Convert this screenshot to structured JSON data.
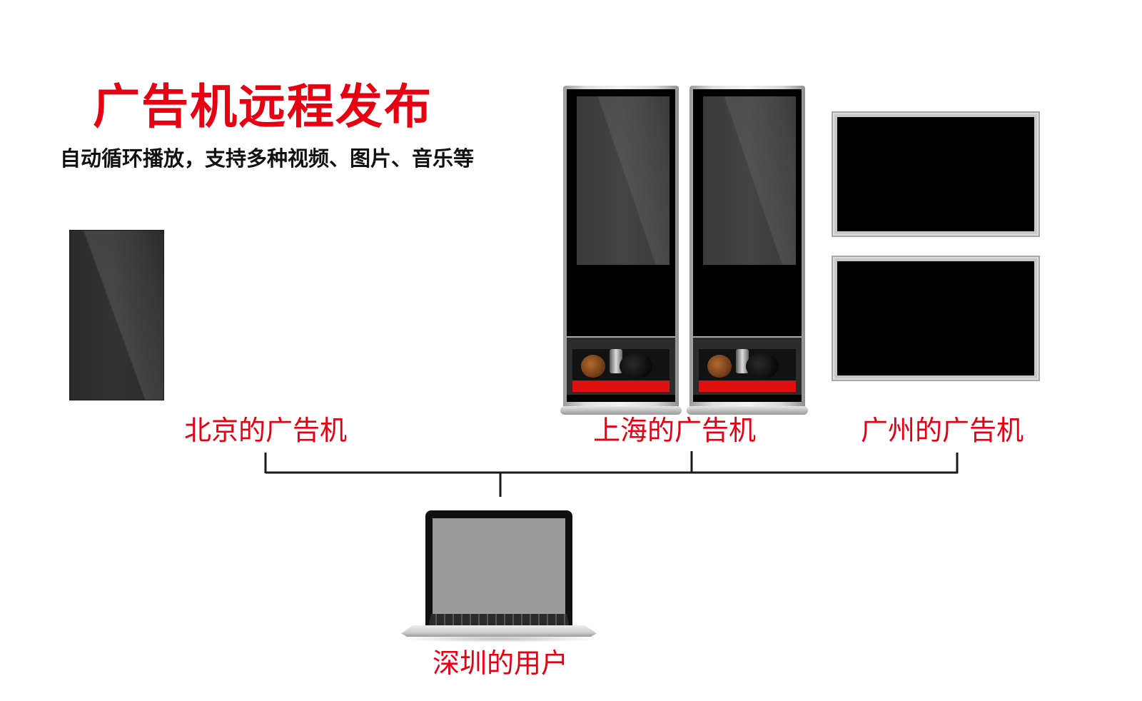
{
  "header": {
    "title": "广告机远程发布",
    "subtitle": "自动循环播放，支持多种视频、图片、音乐等"
  },
  "nodes": {
    "beijing": {
      "label": "北京的广告机"
    },
    "shanghai": {
      "label": "上海的广告机"
    },
    "guangzhou": {
      "label": "广州的广告机"
    },
    "shenzhen": {
      "label": "深圳的用户"
    }
  },
  "colors": {
    "accent": "#e60012",
    "connector": "#1a1a1a",
    "text": "#111111"
  }
}
